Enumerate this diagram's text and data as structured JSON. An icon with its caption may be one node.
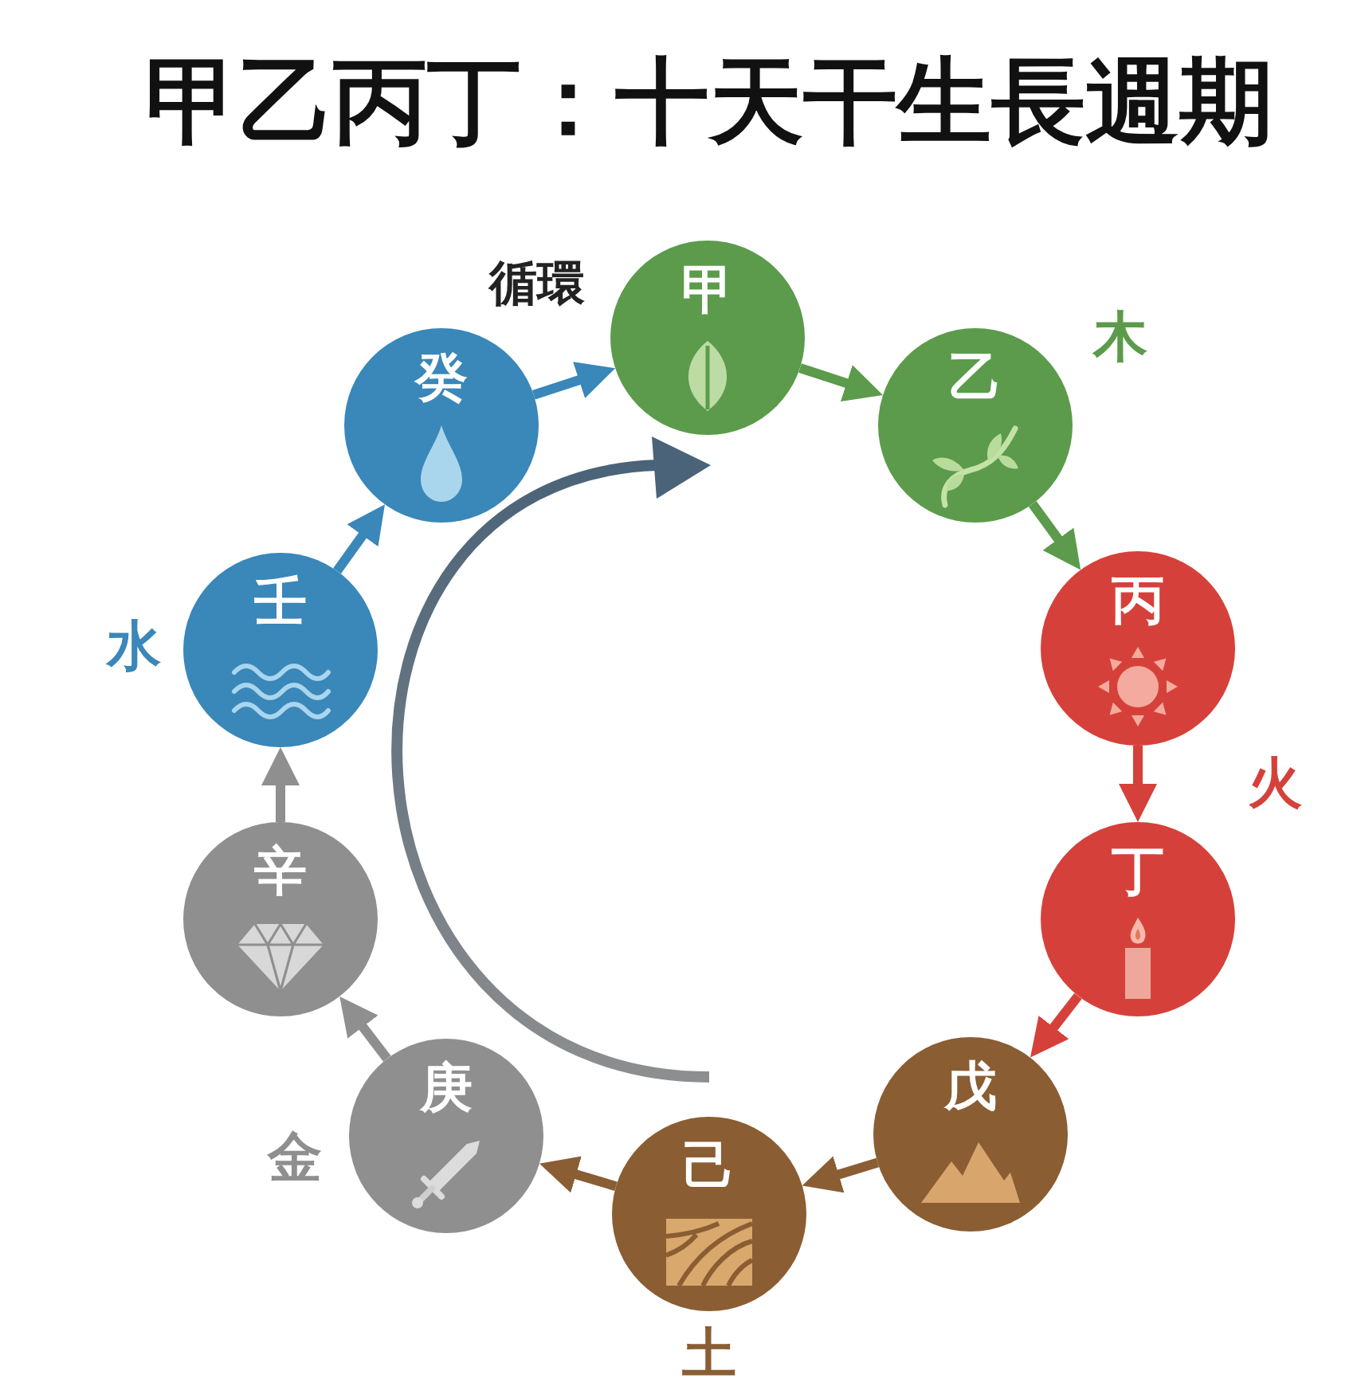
{
  "diagram": {
    "title": "甲乙丙丁：十天干生長週期",
    "nodes": [
      {
        "text": [
          "甲"
        ]
      },
      {
        "text": [
          "乙"
        ]
      },
      {
        "text": [
          "丙"
        ]
      },
      {
        "text": [
          "丁"
        ]
      },
      {
        "text": [
          "戊"
        ]
      },
      {
        "text": [
          "己"
        ]
      },
      {
        "text": [
          "庚"
        ]
      },
      {
        "text": [
          "辛"
        ]
      },
      {
        "text": [
          "壬"
        ]
      },
      {
        "text": [
          "癸"
        ]
      }
    ],
    "edges": [
      {
        "from": 0,
        "to": 1,
        "arrow": "to",
        "color": "#5b9b4b"
      },
      {
        "from": 1,
        "to": 2,
        "arrow": "to",
        "color": "#5b9b4b"
      },
      {
        "from": 2,
        "to": 3,
        "arrow": "to",
        "color": "#d5413a"
      },
      {
        "from": 3,
        "to": 4,
        "arrow": "to",
        "color": "#d5413a"
      },
      {
        "from": 4,
        "to": 5,
        "arrow": "to",
        "color": "#8a5d33"
      },
      {
        "from": 5,
        "to": 6,
        "arrow": "to",
        "color": "#8a5d33"
      },
      {
        "from": 6,
        "to": 7,
        "arrow": "to",
        "color": "#8f8f8f"
      },
      {
        "from": 7,
        "to": 8,
        "arrow": "to",
        "color": "#8f8f8f"
      },
      {
        "from": 8,
        "to": 9,
        "arrow": "to",
        "color": "#3a87b9"
      },
      {
        "from": 9,
        "to": 0,
        "arrow": "to",
        "color": "#3a87b9"
      }
    ],
    "labels": [
      "循環",
      "木",
      "水",
      "火",
      "金",
      "土"
    ]
  }
}
